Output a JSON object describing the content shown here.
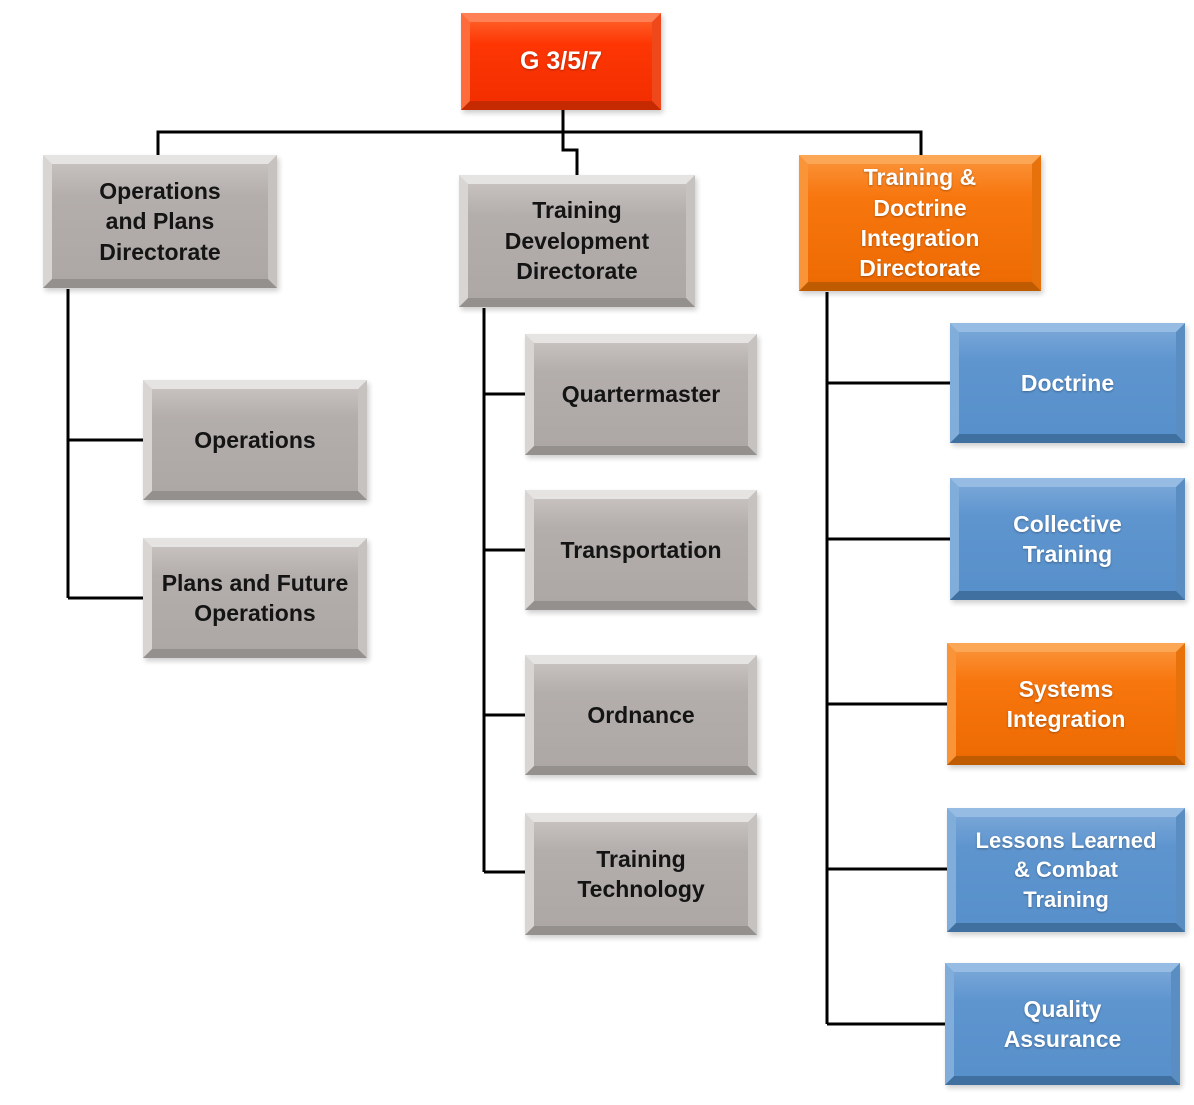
{
  "diagram": {
    "type": "org-chart",
    "background": "#ffffff",
    "connector_color": "#000000",
    "palette": {
      "red": "#FE3604",
      "orange": "#F8760E",
      "blue": "#5E95CF",
      "gray": "#B3AEAC"
    }
  },
  "nodes": {
    "g357": {
      "label": "G 3/5/7",
      "color": "red"
    },
    "ops_plans": {
      "label": "Operations and Plans Directorate",
      "color": "gray"
    },
    "training_dev": {
      "label": "Training Development Directorate",
      "color": "gray"
    },
    "tdi": {
      "label": "Training & Doctrine Integration Directorate",
      "color": "orange"
    },
    "operations": {
      "label": "Operations",
      "color": "gray"
    },
    "plans_future": {
      "label": "Plans and Future Operations",
      "color": "gray"
    },
    "quartermaster": {
      "label": "Quartermaster",
      "color": "gray"
    },
    "transportation": {
      "label": "Transportation",
      "color": "gray"
    },
    "ordnance": {
      "label": "Ordnance",
      "color": "gray"
    },
    "training_tech": {
      "label": "Training Technology",
      "color": "gray"
    },
    "doctrine": {
      "label": "Doctrine",
      "color": "blue"
    },
    "collective": {
      "label": "Collective Training",
      "color": "blue"
    },
    "systems_integration": {
      "label": "Systems Integration",
      "color": "orange"
    },
    "lessons": {
      "label": "Lessons Learned & Combat Training",
      "color": "blue"
    },
    "quality": {
      "label": "Quality Assurance",
      "color": "blue"
    }
  },
  "hierarchy": {
    "G 3/5/7": [
      "Operations and Plans Directorate",
      "Training Development Directorate",
      "Training & Doctrine Integration Directorate"
    ],
    "Operations and Plans Directorate": [
      "Operations",
      "Plans and Future Operations"
    ],
    "Training Development Directorate": [
      "Quartermaster",
      "Transportation",
      "Ordnance",
      "Training Technology"
    ],
    "Training & Doctrine Integration Directorate": [
      "Doctrine",
      "Collective Training",
      "Systems Integration",
      "Lessons Learned & Combat Training",
      "Quality Assurance"
    ]
  }
}
